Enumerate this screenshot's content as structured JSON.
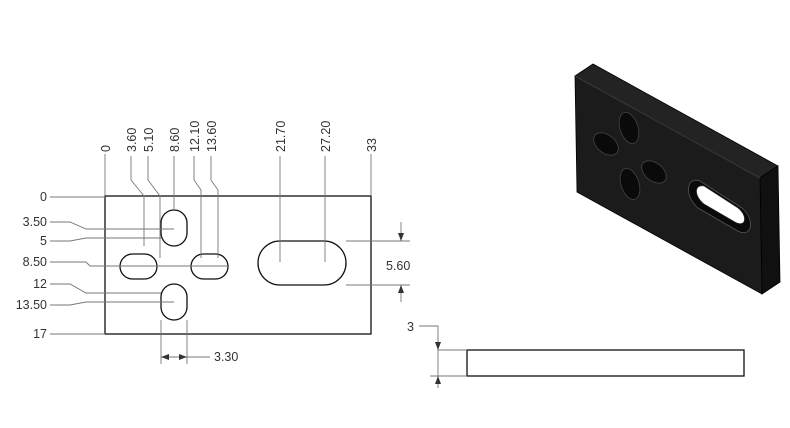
{
  "drawing": {
    "top_dimensions": [
      "0",
      "3.60",
      "5.10",
      "8.60",
      "12.10",
      "13.60",
      "21.70",
      "27.20",
      "33"
    ],
    "left_dimensions": [
      "0",
      "3.50",
      "5",
      "8.50",
      "12",
      "13.50",
      "17"
    ],
    "slot_width_dimension": "3.30",
    "slot_height_dimension": "5.60",
    "thickness_dimension": "3"
  },
  "colors": {
    "line": "#111111",
    "dimension_line": "#777777",
    "dimension_text": "#333333",
    "solid_dark": "#1a1a1a"
  }
}
